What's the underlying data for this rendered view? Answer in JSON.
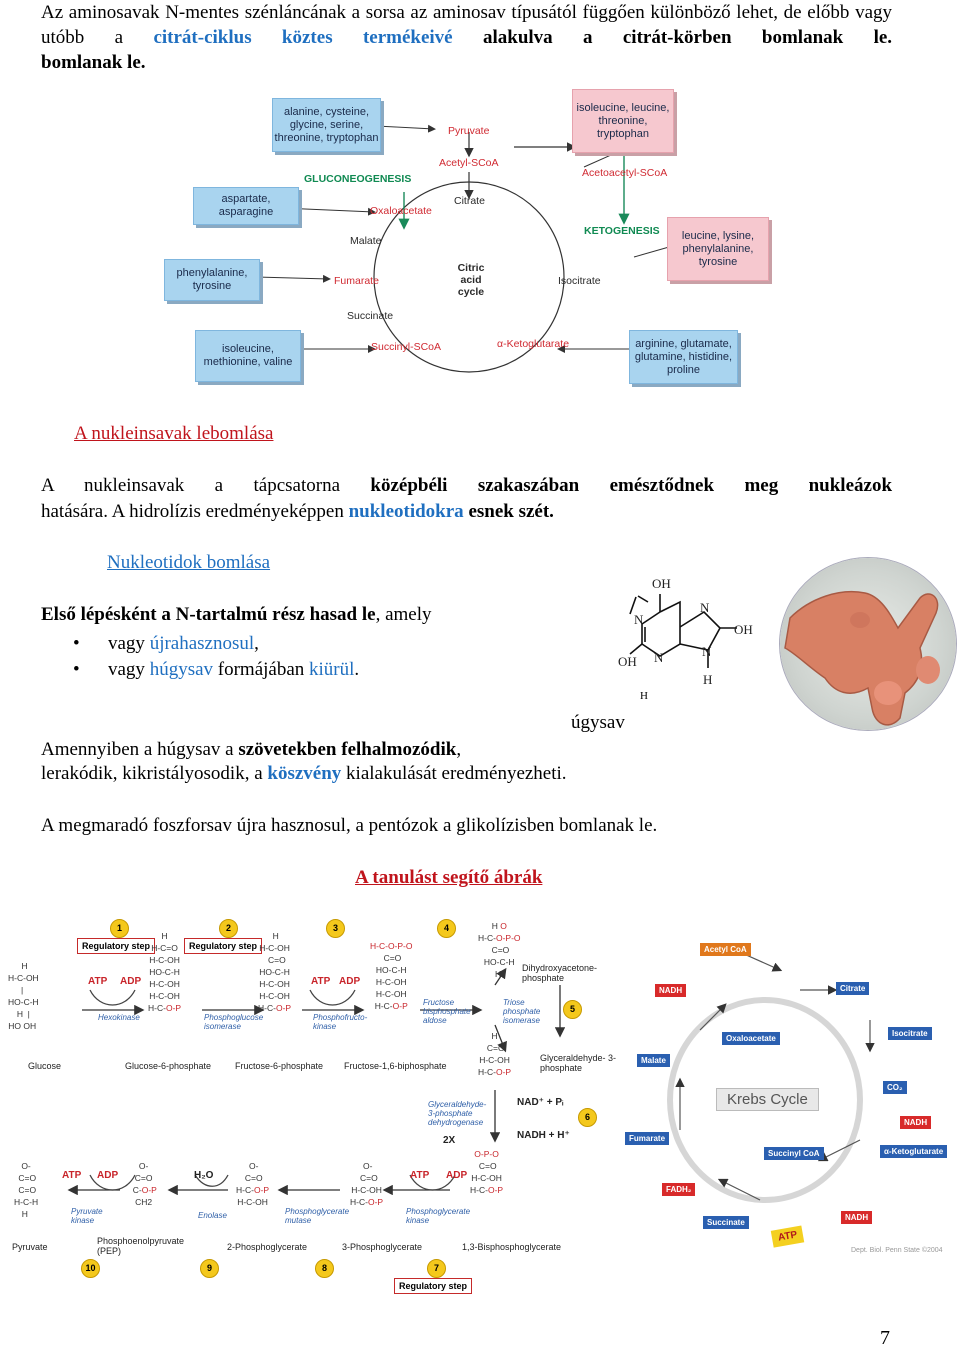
{
  "intro": {
    "s1": "Az aminosavak N-mentes szénláncának a sorsa az aminosav típusától függően különböző lehet, de előbb vagy utóbb a",
    "s2": "citrát-ciklus köztes termékeivé",
    "s3": "alakulva a citrát-körben bomlanak le."
  },
  "diagram1": {
    "boxes": {
      "b1": "alanine, cysteine, glycine, serine, threonine, tryptophan",
      "b2": "isoleucine, leucine, threonine, tryptophan",
      "b3": "aspartate, asparagine",
      "b4": "leucine, lysine, phenylalanine, tyrosine",
      "b5": "phenylalanine, tyrosine",
      "b6": "isoleucine, methionine, valine",
      "b7": "arginine, glutamate, glutamine, histidine, proline"
    },
    "labels": {
      "pyruvate": "Pyruvate",
      "acetyl": "Acetyl-SCoA",
      "acetoacetyl": "Acetoacetyl-SCoA",
      "gluconeogenesis": "GLUCONEOGENESIS",
      "ketogenesis": "KETOGENESIS",
      "oxaloacetate": "Oxaloacetate",
      "citrate": "Citrate",
      "malate": "Malate",
      "cycle": "Citric acid cycle",
      "isocitrate": "Isocitrate",
      "fumarate": "Fumarate",
      "succinate": "Succinate",
      "succinyl": "Succinyl-SCoA",
      "ketoglutarate": "α-Ketoglutarate"
    }
  },
  "section1": {
    "title": "A nukleinsavak lebomlása",
    "p1a": "A nukleinsavak a tápcsatorna",
    "p1b": "középbéli szakaszában emésztődnek meg",
    "p1c": "nukleázok",
    "p2a": "hatására. A hidrolízis eredményeképpen",
    "p2b": "nukleotidokra",
    "p2c": "esnek szét."
  },
  "section2": {
    "title": "Nukleotidok bomlása",
    "l1a": "Első lépésként a N-tartalmú rész hasad le",
    "l1b": ", amely",
    "b1a": "vagy ",
    "b1b": "újrahasznosul",
    "b1c": ",",
    "b2a": "vagy ",
    "b2b": "húgysav",
    "b2c": " formájában ",
    "b2d": "kiürül",
    "b2e": ".",
    "caption": "úgysav",
    "caption_h": "H",
    "atoms": {
      "oh1": "OH",
      "oh2": "OH",
      "oh3": "OH",
      "n1": "N",
      "n2": "N",
      "n3": "N",
      "n4": "N",
      "h": "H"
    },
    "p3a": "Amennyiben a húgysav a",
    "p3b": "szövetekben felhalmozódik",
    "p3c": ",",
    "p4a": "lerakódik, kikristályosodik, a",
    "p4b": "köszvény",
    "p4c": "kialakulását eredményezheti.",
    "p5": "A megmaradó foszforsav újra hasznosul, a pentózok a glikolízisben bomlanak le."
  },
  "section3": {
    "title": "A tanulást segítő ábrák"
  },
  "diagram2": {
    "nums": [
      "1",
      "2",
      "3",
      "4",
      "5",
      "6",
      "7",
      "8",
      "9",
      "10"
    ],
    "reg": "Regulatory step",
    "atp": "ATP",
    "adp": "ADP",
    "h2o": "H₂O",
    "enz": {
      "hexokinase": "Hexokinase",
      "pgi": "Phosphoglucose isomerase",
      "pfk": "Phosphofructo- kinase",
      "aldolase": "Fructose bisphosphate aldose",
      "tpi": "Triose phosphate isomerase",
      "gapdh": "Glyceraldehyde- 3-phosphate dehydrogenase",
      "pk": "Pyruvate kinase",
      "enolase": "Enolase",
      "pgm": "Phosphoglycerate mutase",
      "pgk": "Phosphoglycerate kinase"
    },
    "names": {
      "glucose": "Glucose",
      "g6p": "Glucose-6-phosphate",
      "f6p": "Fructose-6-phosphate",
      "f16bp": "Fructose-1,6-biphosphate",
      "dhap": "Dihydroxyacetone- phosphate",
      "g3p": "Glyceraldehyde- 3-phosphate",
      "pyruvate": "Pyruvate",
      "pep": "Phosphoenolpyruvate (PEP)",
      "pg2": "2-Phosphoglycerate",
      "pg3": "3-Phosphoglycerate",
      "bpg": "1,3-Bisphosphoglycerate"
    },
    "nad": "NAD⁺ + Pᵢ",
    "nadh": "NADH + H⁺",
    "x2": "2X",
    "krebs": {
      "title": "Krebs Cycle",
      "acetylcoa": "Acetyl CoA",
      "citrate": "Citrate",
      "isocitrate": "Isocitrate",
      "akg": "α-Ketoglutarate",
      "succcoa": "Succinyl CoA",
      "succinate": "Succinate",
      "fumarate": "Fumarate",
      "malate": "Malate",
      "oaa": "Oxaloacetate",
      "nadh": "NADH",
      "fadh2": "FADH₂",
      "co2": "CO₂",
      "atp": "ATP",
      "credit": "Dept. Biol. Penn State ©2004"
    }
  },
  "page_number": "7"
}
